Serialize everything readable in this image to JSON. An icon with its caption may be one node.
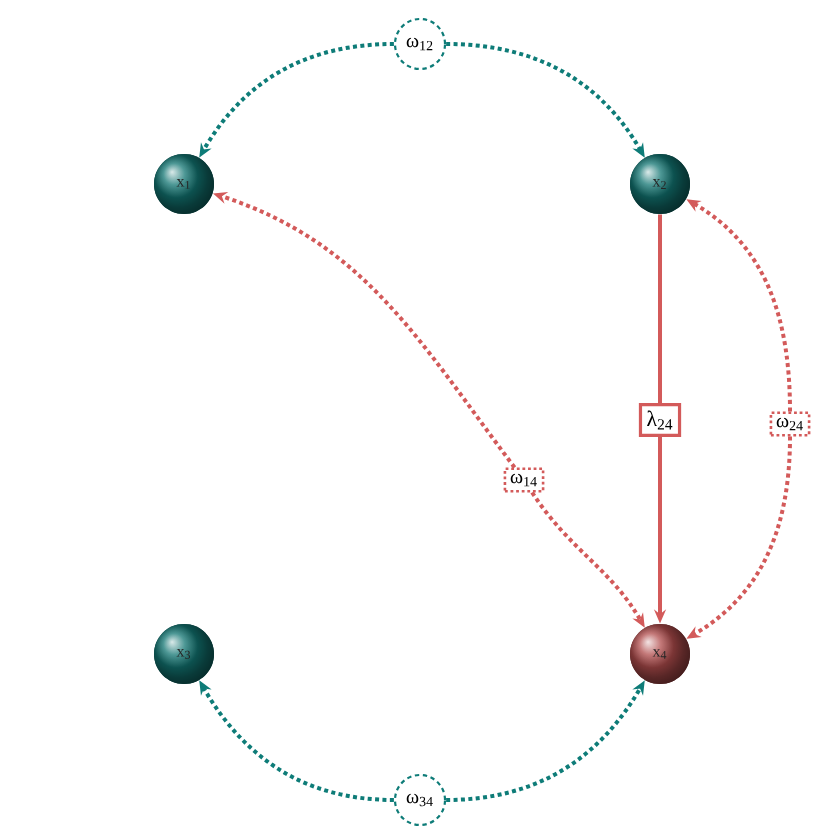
{
  "diagram": {
    "nodes": [
      {
        "text": [
          "ω$_{12}$"
        ]
      },
      {
        "text": [
          "x$_{1}$"
        ]
      },
      {
        "text": [
          "x$_{2}$"
        ]
      },
      {
        "text": [
          "λ$_{24}$"
        ]
      },
      {
        "text": [
          "ω$_{24}$"
        ]
      },
      {
        "text": [
          "ω$_{14}$"
        ]
      },
      {
        "text": [
          "x$_{3}$"
        ]
      },
      {
        "text": [
          "x$_{4}$"
        ]
      },
      {
        "text": [
          "ω$_{34}$"
        ]
      }
    ],
    "edges": [
      {
        "from": 0,
        "to": 1,
        "arrow": "to",
        "style": "dashed",
        "color": "#0e7c78"
      },
      {
        "from": 0,
        "to": 2,
        "arrow": "to",
        "style": "dashed",
        "color": "#0e7c78"
      },
      {
        "from": 2,
        "to": 3,
        "arrow": "none"
      },
      {
        "from": 3,
        "to": 7,
        "arrow": "to"
      },
      {
        "from": 4,
        "to": 2,
        "arrow": "to",
        "style": "dashed"
      },
      {
        "from": 4,
        "to": 7,
        "arrow": "to",
        "style": "dashed"
      },
      {
        "from": 5,
        "to": 1,
        "arrow": "to",
        "style": "dashed"
      },
      {
        "from": 5,
        "to": 7,
        "arrow": "to",
        "style": "dashed"
      },
      {
        "from": 8,
        "to": 6,
        "arrow": "to",
        "style": "dashed",
        "color": "#0e7c78"
      },
      {
        "from": 8,
        "to": 7,
        "arrow": "to",
        "style": "dashed",
        "color": "#0e7c78"
      }
    ]
  }
}
